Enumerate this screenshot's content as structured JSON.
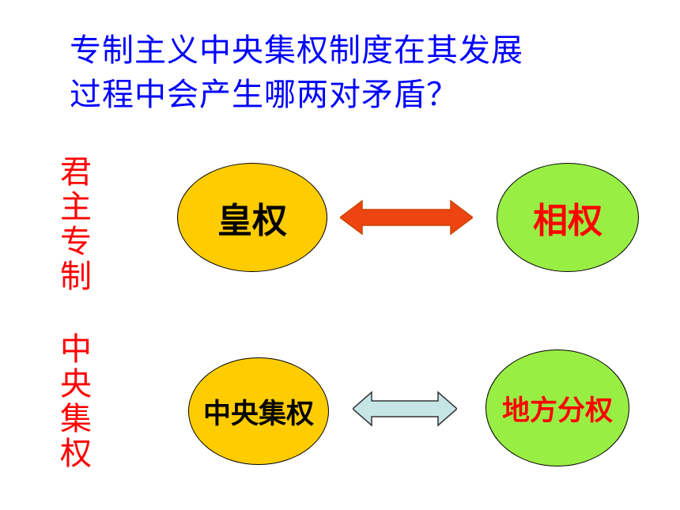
{
  "question": {
    "line1": "专制主义中央集权制度在其发展",
    "line2": "过程中会产生哪两对矛盾？"
  },
  "labels": {
    "autocracy": [
      "君",
      "主",
      "专",
      "制"
    ],
    "centralization": [
      "中",
      "央",
      "集",
      "权"
    ]
  },
  "pair1": {
    "left": "皇权",
    "right": "相权",
    "left_fill": "#ffcc00",
    "right_fill": "#99ee44",
    "arrow_fill": "#ee4411"
  },
  "pair2": {
    "left": "中央集权",
    "right": "地方分权",
    "left_fill": "#ffcc00",
    "right_fill": "#99ee44",
    "arrow_fill": "#c6e6e6"
  },
  "colors": {
    "title": "#0000ff",
    "label": "#ff0000",
    "text_dark": "#000000",
    "text_red": "#ff0000"
  }
}
